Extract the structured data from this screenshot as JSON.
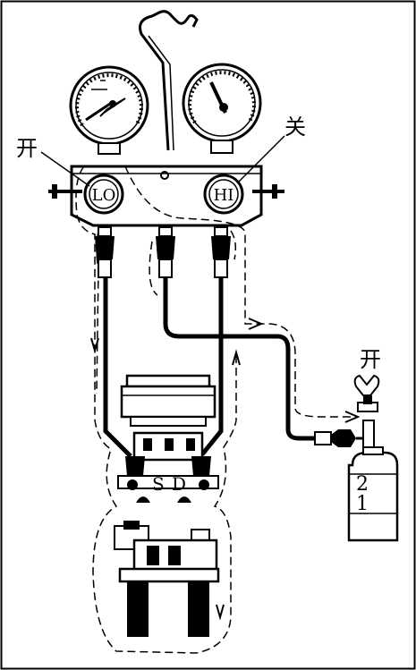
{
  "labels": {
    "low_valve_state": "开",
    "high_valve_state": "关",
    "tank_valve_state": "开",
    "low_port": "LO",
    "high_port": "HI",
    "suction": "S",
    "discharge": "D",
    "tank_mark_top": "2",
    "tank_mark_bottom": "1"
  },
  "colors": {
    "line": "#000000",
    "background": "#ffffff"
  }
}
